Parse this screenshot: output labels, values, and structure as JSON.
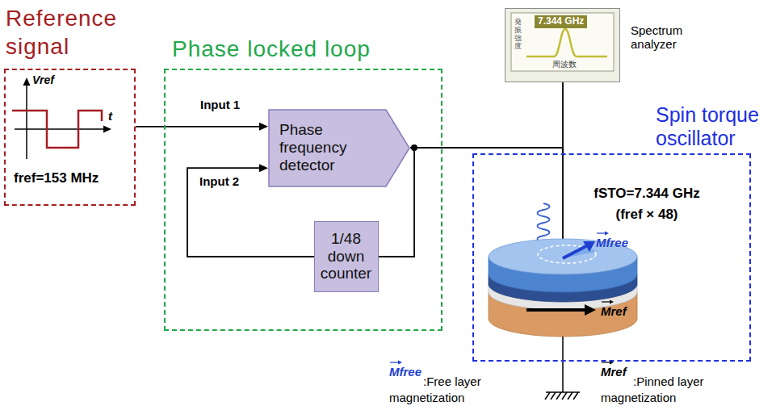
{
  "diagram": {
    "nodes": [
      {
        "text": [
          "Reference signal",
          "fref=153 MHz"
        ]
      },
      {
        "text": [
          "Phase locked loop"
        ]
      },
      {
        "text": [
          "Phase frequency detector"
        ],
        "in": 1
      },
      {
        "text": [
          "1/48 down counter"
        ],
        "in": 1
      },
      {
        "text": [
          "7.344 GHz",
          "発振強度",
          "周波数",
          "Spectrum analyzer"
        ]
      },
      {
        "text": [
          "Spin torque oscillator",
          "fSTO=7.344 GHz (fref × 48)"
        ]
      }
    ],
    "edges": [
      {
        "from": 0,
        "to": 2,
        "label": "Input 1",
        "arrow": "to"
      },
      {
        "from": 3,
        "to": 2,
        "label": "Input 2",
        "arrow": "to"
      },
      {
        "from": 2,
        "to": 3,
        "arrow": "none"
      },
      {
        "from": 2,
        "to": 5,
        "arrow": "none"
      },
      {
        "from": 4,
        "to": 5,
        "arrow": "none"
      }
    ],
    "labels": [
      "Vref",
      "t",
      "Mfree",
      "Mref",
      "Mfree",
      ":Free layer magnetization",
      "Mref",
      ":Pinned layer magnetization"
    ]
  }
}
